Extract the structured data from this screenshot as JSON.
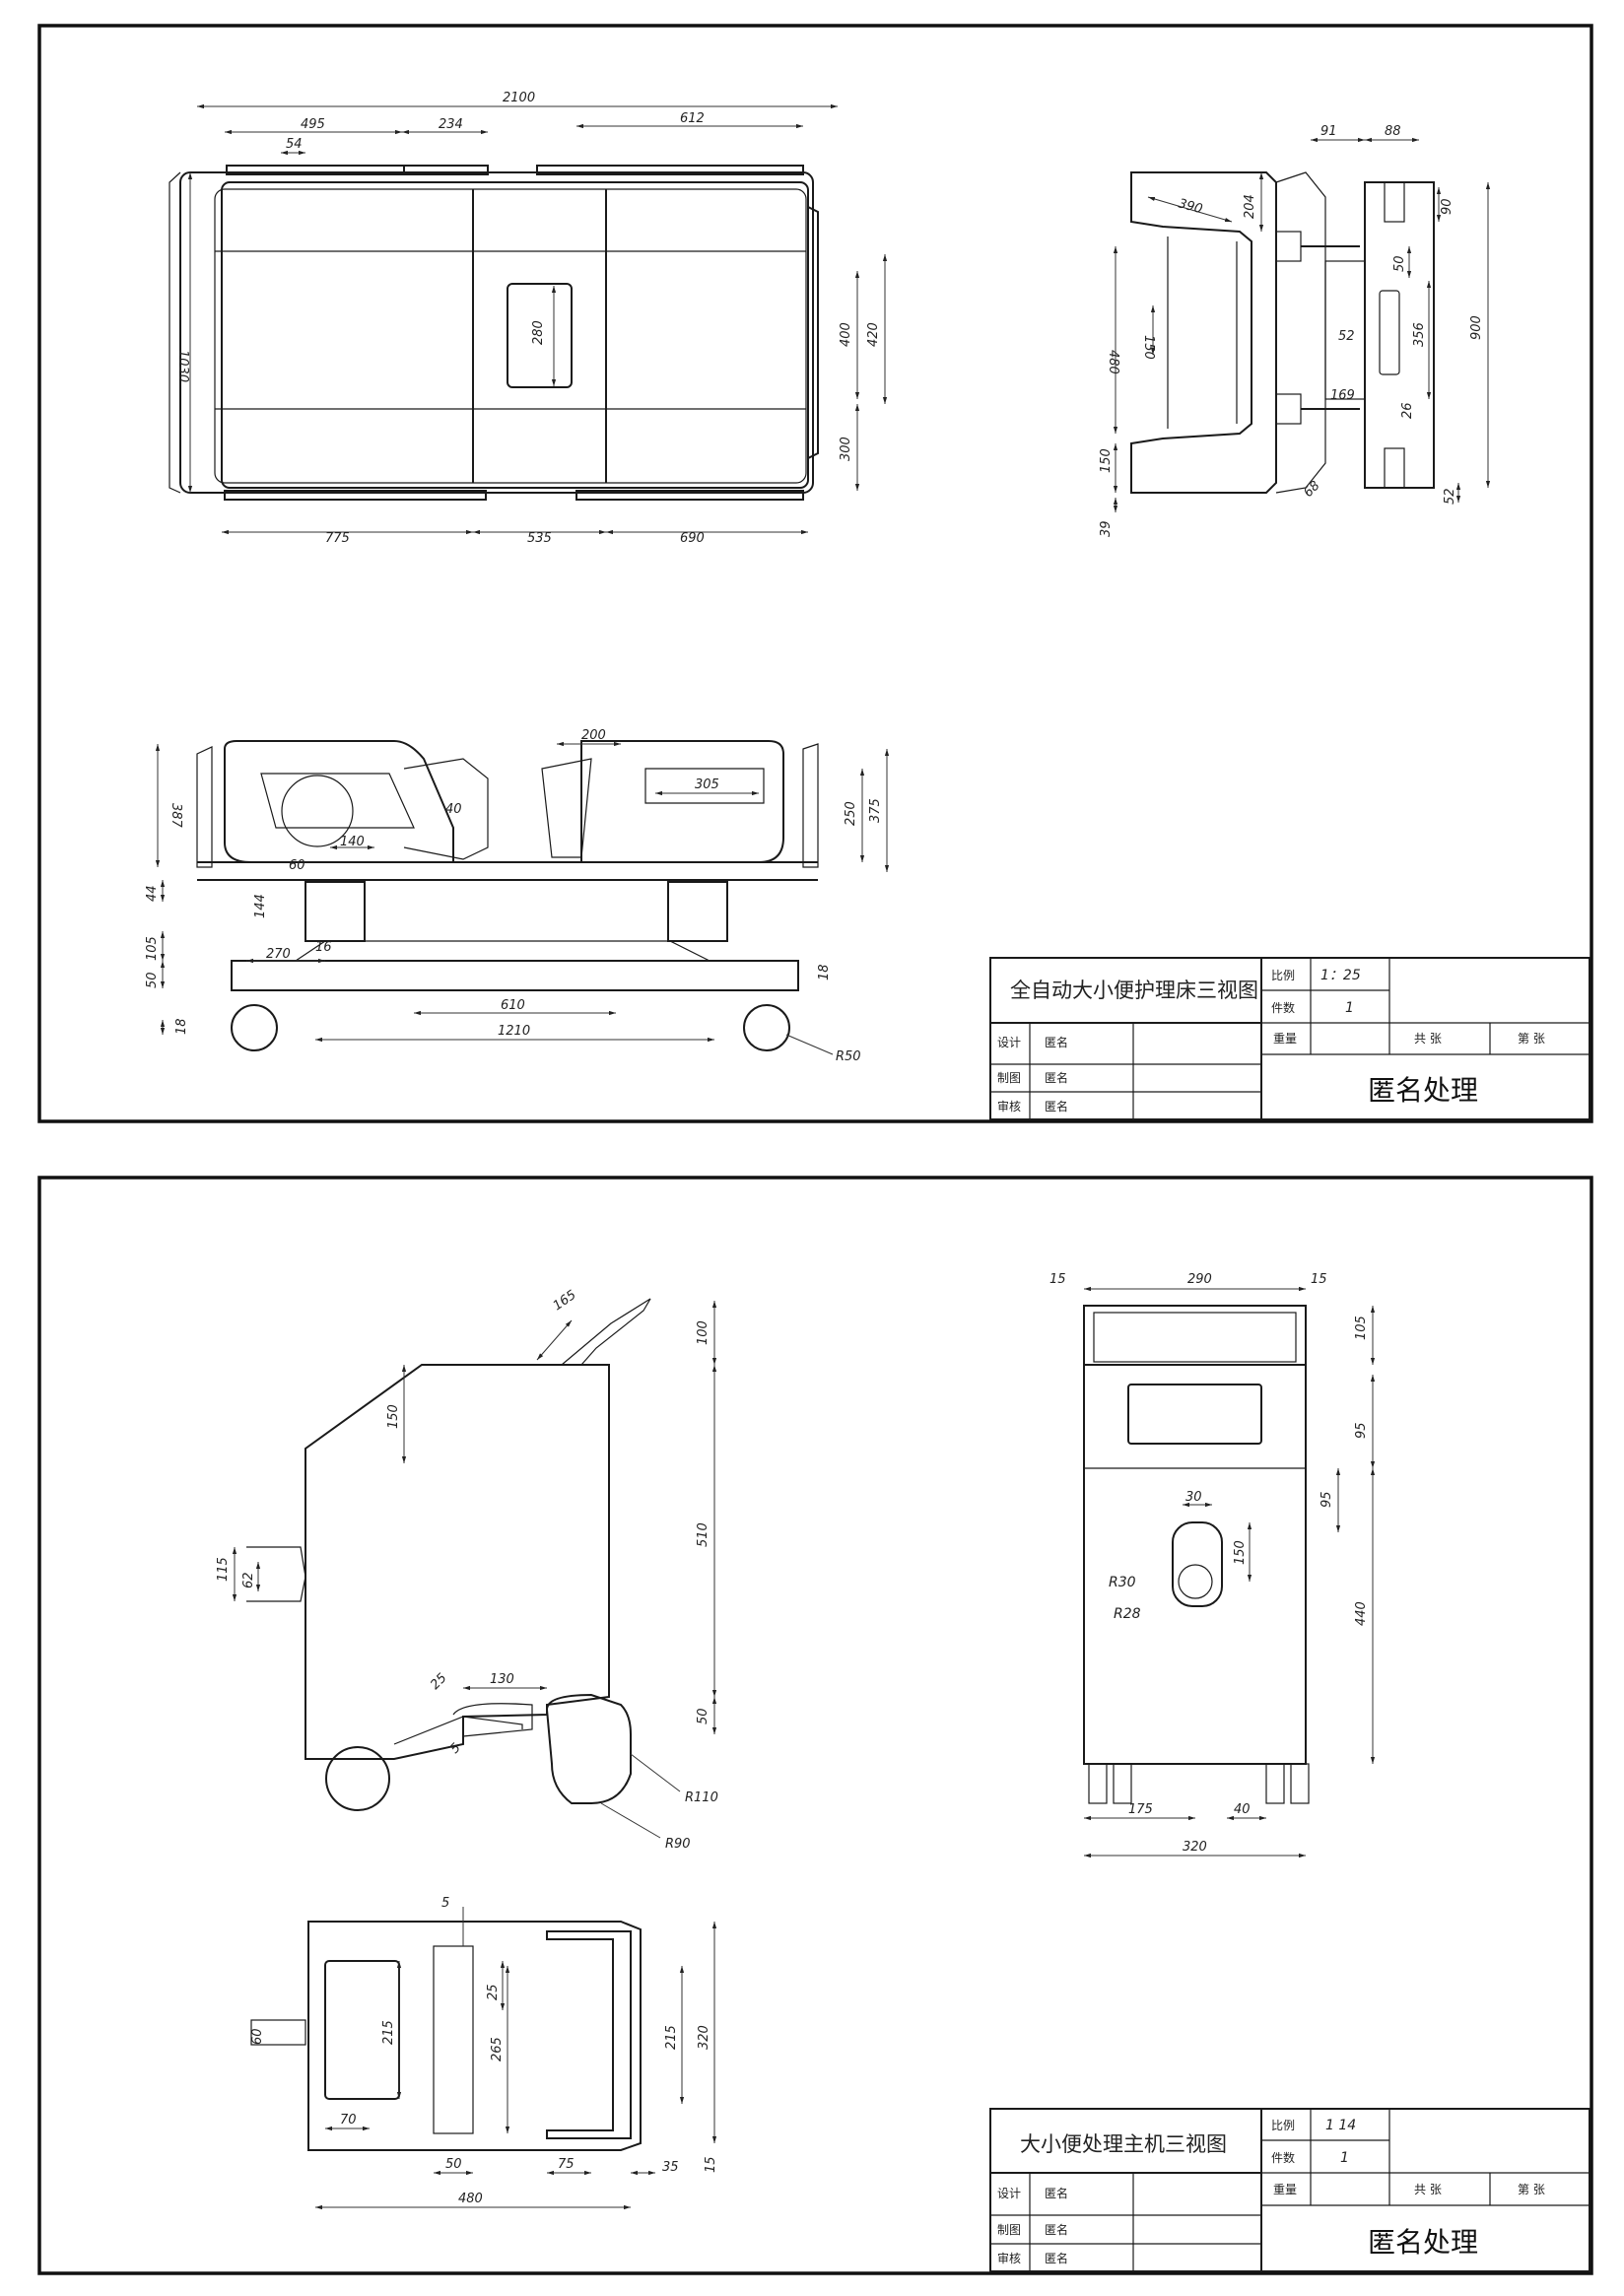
{
  "sheet1": {
    "title": "全自动大小便护理床三视图",
    "scale_label": "比例",
    "scale_value": "1：25",
    "count_label": "件数",
    "count_value": "1",
    "weight_label": "重量",
    "total_sheets_label": "共 张",
    "sheet_no_label": "第 张",
    "designer_label": "设计",
    "designer": "匿名",
    "drafter_label": "制图",
    "drafter": "匿名",
    "reviewer_label": "审核",
    "reviewer": "匿名",
    "org": "匿名处理",
    "dims": {
      "top_total": "2100",
      "top_495": "495",
      "top_234": "234",
      "top_54": "54",
      "top_612": "612",
      "top_1030": "1030",
      "top_280": "280",
      "top_400": "400",
      "top_420": "420",
      "top_300": "300",
      "top_775": "775",
      "top_535": "535",
      "top_690": "690",
      "side_91": "91",
      "side_88": "88",
      "side_390": "390",
      "side_204": "204",
      "side_90": "90",
      "side_50": "50",
      "side_480": "480",
      "side_150a": "150",
      "side_356": "356",
      "side_900": "900",
      "side_52b": "52",
      "side_169": "169",
      "side_26": "26",
      "side_150b": "150",
      "side_39": "39",
      "side_52": "52",
      "side_68": "68",
      "front_200": "200",
      "front_305": "305",
      "front_387": "387",
      "front_250": "250",
      "front_375": "375",
      "front_40": "40",
      "front_140": "140",
      "front_60": "60",
      "front_44": "44",
      "front_144": "144",
      "front_16": "16",
      "front_105": "105",
      "front_50": "50",
      "front_270": "270",
      "front_18a": "18",
      "front_610": "610",
      "front_1210": "1210",
      "front_18b": "18",
      "front_r50": "R50"
    }
  },
  "sheet2": {
    "title": "大小便处理主机三视图",
    "scale_label": "比例",
    "scale_value": "1 14",
    "count_label": "件数",
    "count_value": "1",
    "weight_label": "重量",
    "total_sheets_label": "共 张",
    "sheet_no_label": "第 张",
    "designer_label": "设计",
    "designer": "匿名",
    "drafter_label": "制图",
    "drafter": "匿名",
    "reviewer_label": "审核",
    "reviewer": "匿名",
    "org": "匿名处理",
    "dims": {
      "side_165": "165",
      "side_100": "100",
      "side_150": "150",
      "side_510": "510",
      "side_115": "115",
      "side_62": "62",
      "side_25": "25",
      "side_130": "130",
      "side_5": "5",
      "side_50": "50",
      "side_r110": "R110",
      "side_r90": "R90",
      "front_15a": "15",
      "front_290": "290",
      "front_15b": "15",
      "front_105": "105",
      "front_95a": "95",
      "front_30": "30",
      "front_95b": "95",
      "front_150": "150",
      "front_r30": "R30",
      "front_r28": "R28",
      "front_440": "440",
      "front_175": "175",
      "front_40": "40",
      "front_320": "320",
      "top_5": "5",
      "top_25": "25",
      "top_60": "60",
      "top_215a": "215",
      "top_265": "265",
      "top_215b": "215",
      "top_320": "320",
      "top_70": "70",
      "top_50": "50",
      "top_75": "75",
      "top_35": "35",
      "top_15": "15",
      "top_480": "480"
    }
  }
}
